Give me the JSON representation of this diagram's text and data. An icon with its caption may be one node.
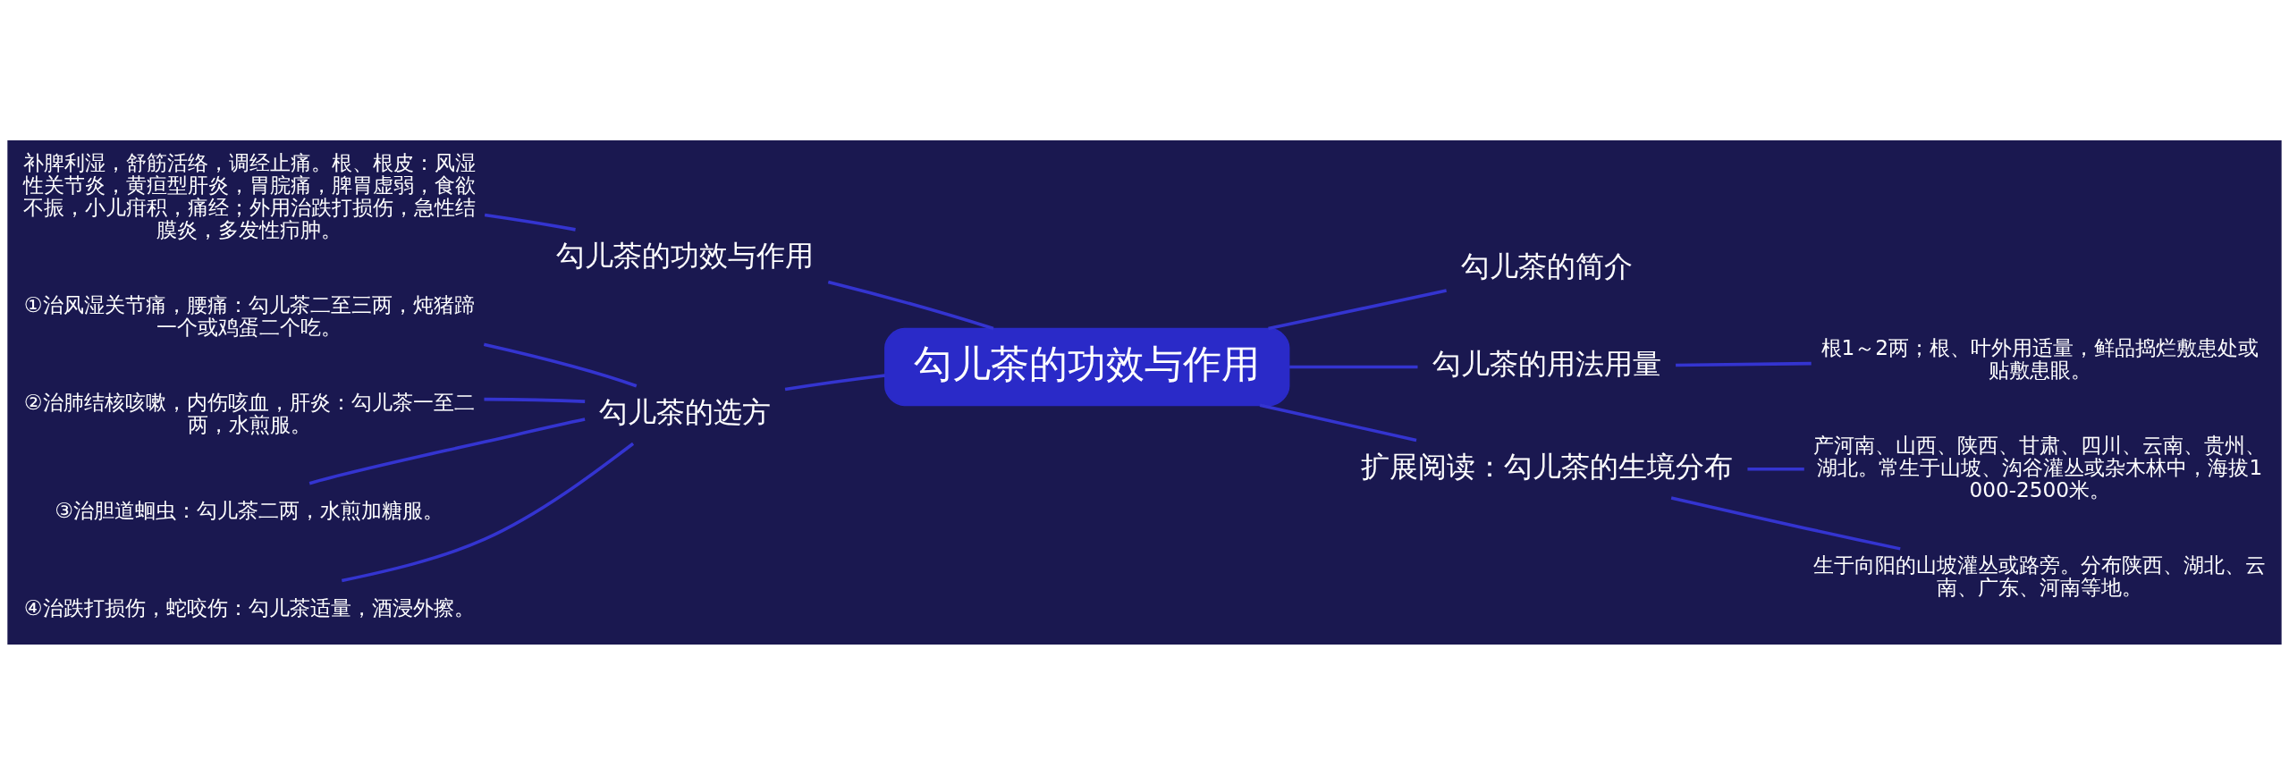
{
  "diagram": {
    "nodes": [
      {
        "text": [
          "勾儿茶的功效与作用"
        ]
      },
      {
        "text": [
          "勾儿茶的功效与作用"
        ]
      },
      {
        "text": [
          "补脾利湿，舒筋活络，调经止痛。根、根皮：风湿性关节炎，黄疸型肝炎，胃脘痛，脾胃虚弱，食欲不振，小儿疳积，痛经；外用治跌打损伤，急性结膜炎，多发性疖肿。"
        ]
      },
      {
        "text": [
          "勾儿茶的选方"
        ]
      },
      {
        "text": [
          "①治风湿关节痛，腰痛：勾儿茶二至三两，炖猪蹄一个或鸡蛋二个吃。"
        ]
      },
      {
        "text": [
          "②治肺结核咳嗽，内伤咳血，肝炎：勾儿茶一至二两，水煎服。"
        ]
      },
      {
        "text": [
          "③治胆道蛔虫：勾儿茶二两，水煎加糖服。"
        ]
      },
      {
        "text": [
          "④治跌打损伤，蛇咬伤：勾儿茶适量，酒浸外擦。"
        ]
      },
      {
        "text": [
          "勾儿茶的简介"
        ]
      },
      {
        "text": [
          "勾儿茶的用法用量"
        ]
      },
      {
        "text": [
          "根1～2两；根、叶外用适量，鲜品捣烂敷患处或贴敷患眼。"
        ]
      },
      {
        "text": [
          "扩展阅读：勾儿茶的生境分布"
        ]
      },
      {
        "text": [
          "产河南、山西、陕西、甘肃、四川、云南、贵州、湖北。常生于山坡、沟谷灌丛或杂木林中，海拔1000-2500米。"
        ]
      },
      {
        "text": [
          "生于向阳的山坡灌丛或路旁。分布陕西、湖北、云南、广东、河南等地。"
        ]
      }
    ],
    "edges": [
      {
        "from": 0,
        "to": 1,
        "arrow": "none"
      },
      {
        "from": 1,
        "to": 2,
        "arrow": "none"
      },
      {
        "from": 0,
        "to": 3,
        "arrow": "none"
      },
      {
        "from": 3,
        "to": 4,
        "arrow": "none"
      },
      {
        "from": 3,
        "to": 5,
        "arrow": "none"
      },
      {
        "from": 3,
        "to": 6,
        "arrow": "none"
      },
      {
        "from": 3,
        "to": 7,
        "arrow": "none"
      },
      {
        "from": 0,
        "to": 8,
        "arrow": "none"
      },
      {
        "from": 0,
        "to": 9,
        "arrow": "none"
      },
      {
        "from": 9,
        "to": 10,
        "arrow": "none"
      },
      {
        "from": 0,
        "to": 11,
        "arrow": "none"
      },
      {
        "from": 11,
        "to": 12,
        "arrow": "none"
      },
      {
        "from": 11,
        "to": 13,
        "arrow": "none"
      }
    ]
  }
}
